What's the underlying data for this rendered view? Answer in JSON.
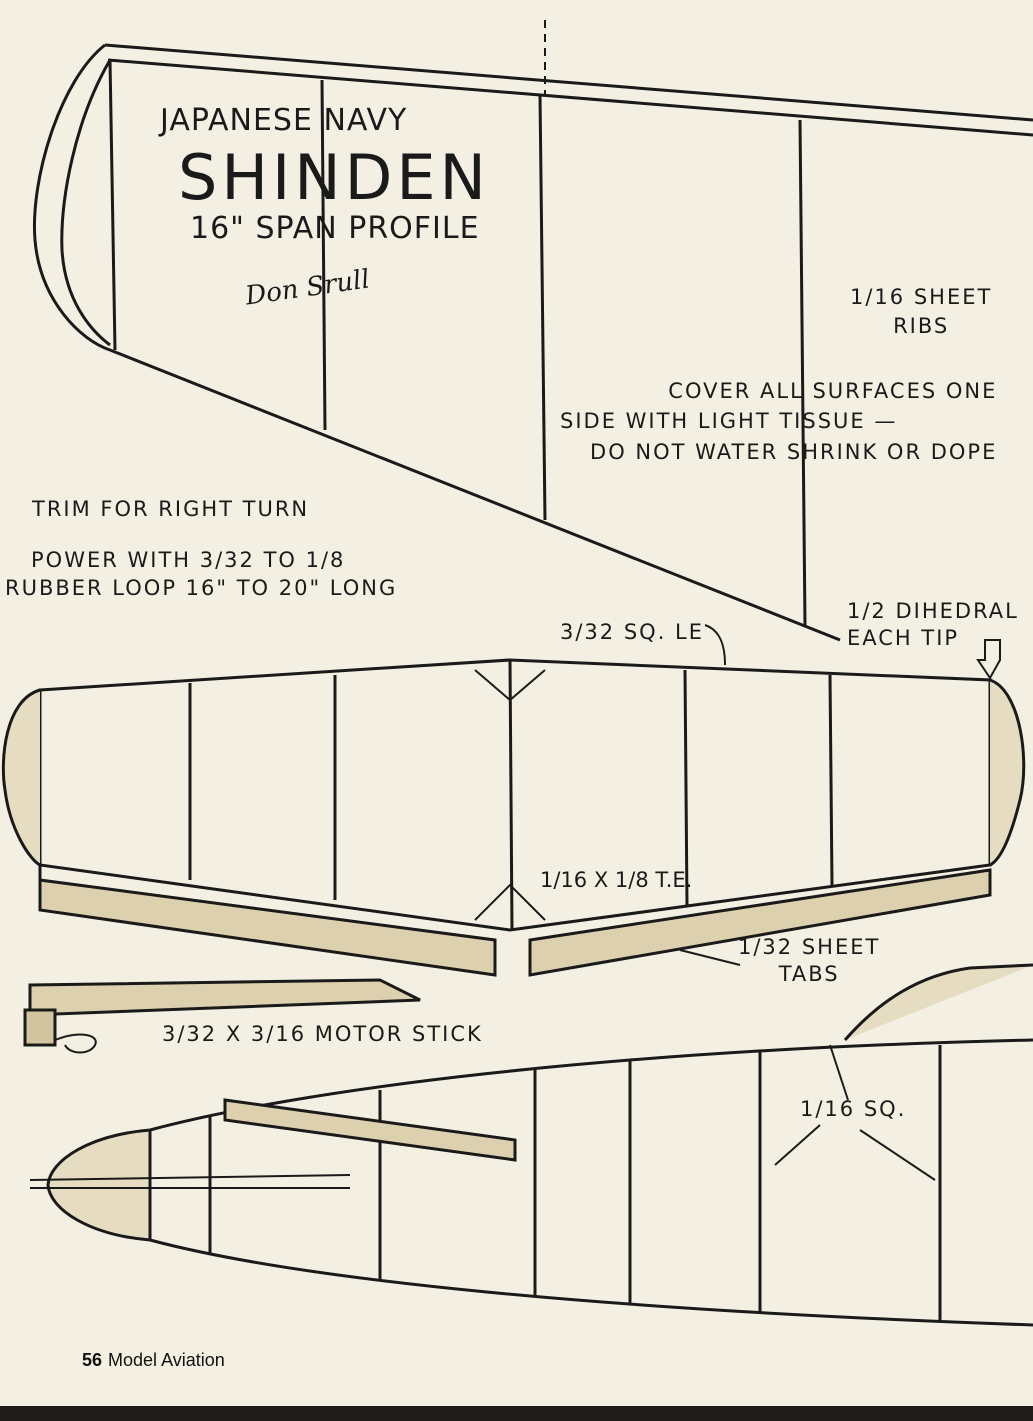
{
  "title": {
    "line1": "JAPANESE NAVY",
    "line2": "SHINDEN",
    "line3": "16\" SPAN PROFILE",
    "signature": "Don Srull"
  },
  "notes": {
    "ribs": [
      "1/16 SHEET",
      "RIBS"
    ],
    "cover": [
      "COVER ALL SURFACES ONE",
      "SIDE WITH LIGHT TISSUE —",
      "DO NOT WATER SHRINK OR DOPE"
    ],
    "trim": "TRIM FOR RIGHT TURN",
    "power": [
      "POWER WITH 3/32 TO 1/8",
      "RUBBER LOOP 16\" TO 20\" LONG"
    ],
    "le": "3/32 SQ. LE",
    "dihedral": [
      "1/2 DIHEDRAL",
      "EACH TIP"
    ],
    "te": "1/16 X 1/8 T.E.",
    "tabs": [
      "1/32 SHEET",
      "TABS"
    ],
    "motor_stick": "3/32 X 3/16 MOTOR STICK",
    "fuselage": "1/16 SQ."
  },
  "footer": {
    "page_number": "56",
    "magazine": "Model Aviation"
  },
  "colors": {
    "paper": "#f3f0e3",
    "ink": "#1a1a1a",
    "wood": "#d9c9a3"
  }
}
